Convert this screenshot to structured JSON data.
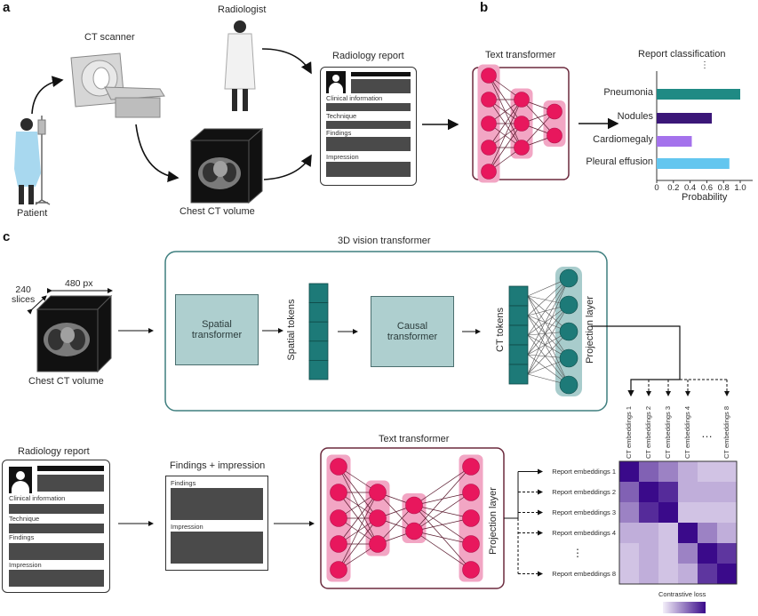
{
  "panels": {
    "a": "a",
    "b": "b",
    "c": "c"
  },
  "panel_a": {
    "patient_label": "Patient",
    "ct_scanner_label": "CT scanner",
    "radiologist_label": "Radiologist",
    "ct_volume_label": "Chest CT volume",
    "report": {
      "title": "Radiology report",
      "sections": [
        "Clinical information",
        "Technique",
        "Findings",
        "Impression"
      ]
    }
  },
  "panel_b": {
    "text_transformer_label": "Text transformer",
    "network_layers": [
      5,
      3,
      2
    ],
    "colors": {
      "node": "#e8175d",
      "layer_bg": "#f2a6c4",
      "frame": "#6b2a3d"
    }
  },
  "chart_data": {
    "type": "bar",
    "orientation": "horizontal",
    "title": "Report classification",
    "categories": [
      "Pneumonia",
      "Nodules",
      "Cardiomegaly",
      "Pleural effusion"
    ],
    "values": [
      1.0,
      0.66,
      0.42,
      0.87
    ],
    "colors": [
      "#1f8a84",
      "#3b1778",
      "#a472ec",
      "#63c6ef"
    ],
    "xlabel": "Probability",
    "ylabel": "",
    "xlim": [
      0,
      1.0
    ],
    "xticks": [
      "0",
      "0.2",
      "0.4",
      "0.6",
      "0.8",
      "1.0"
    ],
    "xtick_values": [
      0,
      0.2,
      0.4,
      0.6,
      0.8,
      1.0
    ],
    "annotation": "⋮",
    "grid": false
  },
  "panel_c": {
    "volume": {
      "slices_label": "240\nslices",
      "slices_line1": "240",
      "slices_line2": "slices",
      "width_label": "480 px",
      "caption": "Chest CT volume"
    },
    "vision": {
      "title": "3D vision transformer",
      "spatial_transformer": "Spatial transformer",
      "spatial_tokens": "Spatial tokens",
      "causal_transformer": "Causal transformer",
      "ct_tokens": "CT tokens",
      "projection_layer": "Projection layer",
      "token_count": 5,
      "projection_nodes": 5,
      "colors": {
        "token": "#1d7a78",
        "box": "#aecfcf",
        "frame": "#3f7f7f",
        "proj_bg": "#a8cccc"
      }
    },
    "report": {
      "title": "Radiology report",
      "sections": [
        "Clinical information",
        "Technique",
        "Findings",
        "Impression"
      ]
    },
    "findings_impression": {
      "title": "Findings + impression",
      "sections": [
        "Findings",
        "Impression"
      ]
    },
    "text_transformer": {
      "title": "Text transformer",
      "projection_layer": "Projection layer",
      "network_layers": [
        5,
        3,
        2,
        5
      ]
    },
    "ct_embeddings": [
      "CT embeddings 1",
      "CT embeddings 2",
      "CT embeddings 3",
      "CT embeddings 4",
      "…",
      "CT embeddings 8"
    ],
    "report_embeddings": [
      "Report embeddings 1",
      "Report embeddings 2",
      "Report embeddings 3",
      "Report embeddings 4",
      "⋮",
      "Report embeddings 8"
    ],
    "heatmap": {
      "type": "heatmap",
      "rows": 6,
      "cols": 6,
      "values": [
        [
          1.0,
          0.6,
          0.45,
          0.25,
          0.15,
          0.15
        ],
        [
          0.6,
          1.0,
          0.85,
          0.25,
          0.25,
          0.25
        ],
        [
          0.45,
          0.85,
          1.0,
          0.15,
          0.15,
          0.15
        ],
        [
          0.25,
          0.25,
          0.15,
          1.0,
          0.45,
          0.25
        ],
        [
          0.15,
          0.25,
          0.15,
          0.45,
          1.0,
          0.8
        ],
        [
          0.15,
          0.25,
          0.15,
          0.25,
          0.8,
          1.0
        ]
      ],
      "color_low": "#ece4f4",
      "color_high": "#3a0a8a",
      "legend_label": "Contrastive loss"
    }
  }
}
